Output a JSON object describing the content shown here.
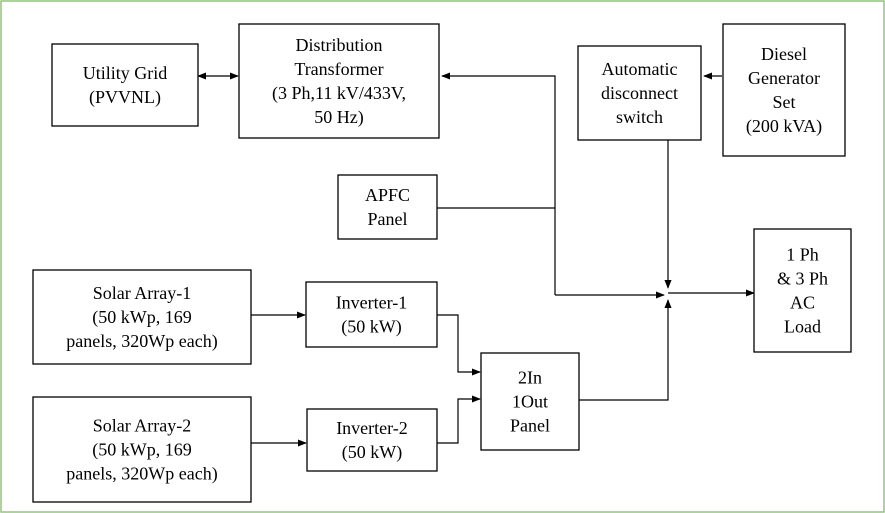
{
  "blocks": {
    "utility_grid": [
      "Utility Grid",
      "(PVVNL)"
    ],
    "distribution_transformer": [
      "Distribution",
      "Transformer",
      "(3 Ph,11 kV/433V,",
      "50 Hz)"
    ],
    "automatic_disconnect_switch": [
      "Automatic",
      "disconnect",
      "switch"
    ],
    "diesel_generator_set": [
      "Diesel",
      "Generator",
      "Set",
      "(200 kVA)"
    ],
    "apfc_panel": [
      "APFC",
      "Panel"
    ],
    "solar_array_1": [
      "Solar Array-1",
      "(50 kWp, 169",
      "panels, 320Wp each)"
    ],
    "inverter_1": [
      "Inverter-1",
      "(50 kW)"
    ],
    "solar_array_2": [
      "Solar Array-2",
      "(50 kWp, 169",
      "panels, 320Wp each)"
    ],
    "inverter_2": [
      "Inverter-2",
      "(50 kW)"
    ],
    "combiner_panel": [
      "2In",
      "1Out",
      "Panel"
    ],
    "ac_load": [
      "1 Ph",
      "& 3 Ph",
      "AC",
      "Load"
    ]
  },
  "colors": {
    "frame_border": "#92c47d",
    "line": "#000000",
    "box_fill": "#ffffff"
  }
}
